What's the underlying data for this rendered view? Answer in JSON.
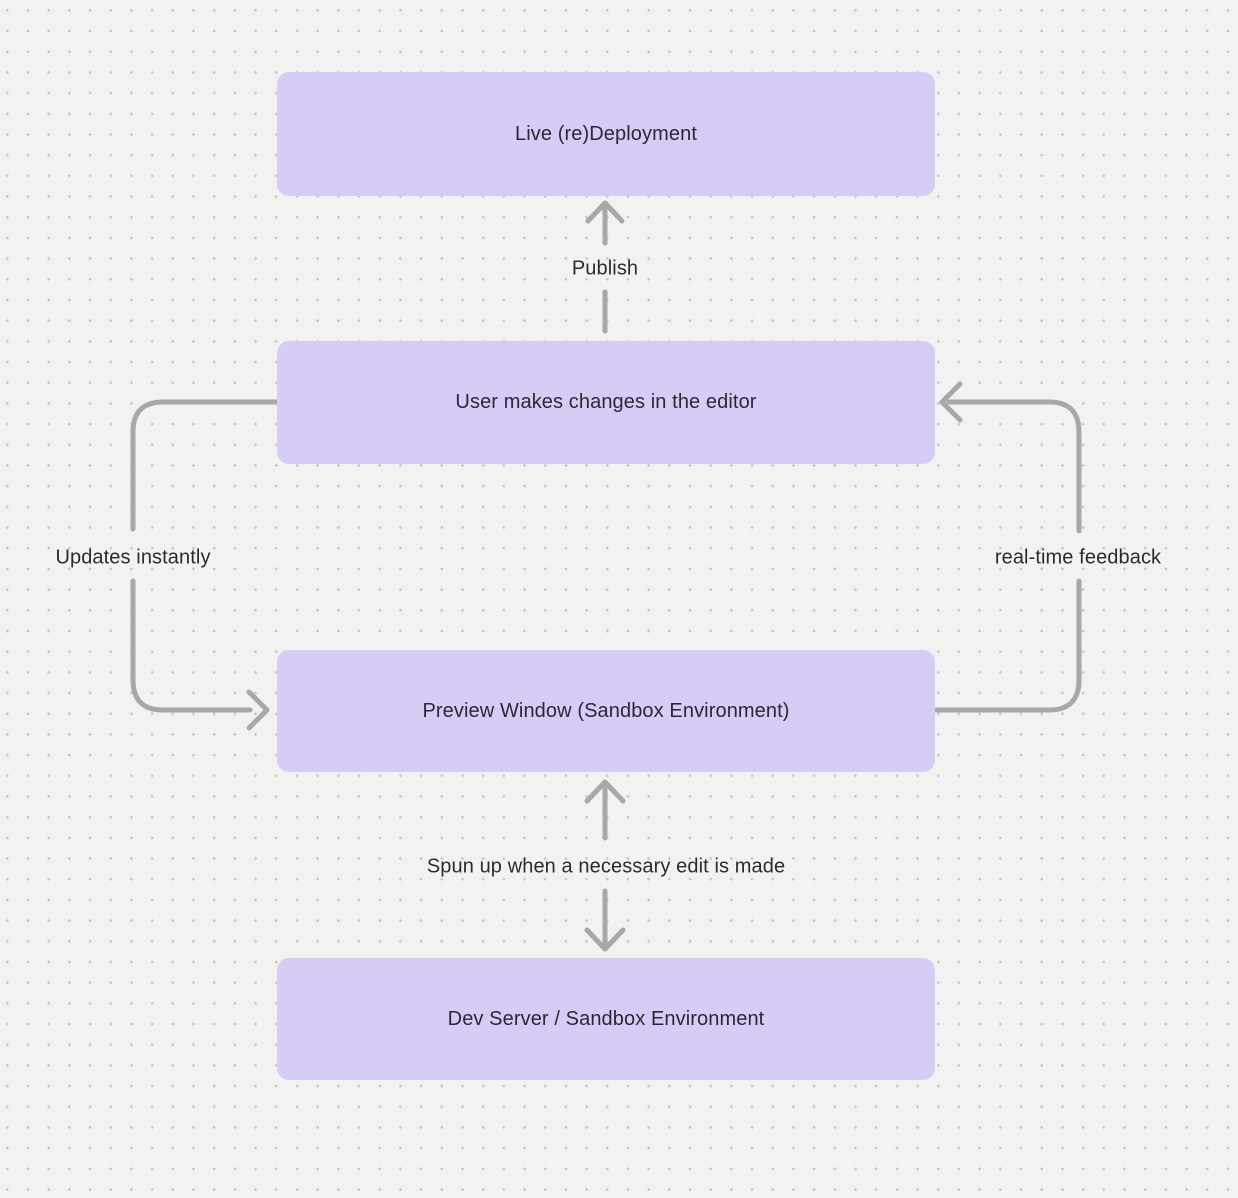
{
  "diagram": {
    "type": "flowchart",
    "colors": {
      "background": "#f2f2f0",
      "dot": "#c7c7c7",
      "node_fill": "#d7ccf6",
      "node_text": "#2c2733",
      "connector": "#a8a8a8",
      "edge_label_text": "#2b2b2b"
    },
    "nodes": [
      {
        "id": "live-redeployment",
        "label": "Live (re)Deployment"
      },
      {
        "id": "user-editor",
        "label": "User makes changes in the editor"
      },
      {
        "id": "preview-window",
        "label": "Preview Window (Sandbox Environment)"
      },
      {
        "id": "dev-server",
        "label": "Dev Server / Sandbox Environment"
      }
    ],
    "edges": [
      {
        "id": "publish",
        "label": "Publish",
        "from": "user-editor",
        "to": "live-redeployment",
        "direction": "up"
      },
      {
        "id": "updates-instantly",
        "label": "Updates instantly",
        "from": "user-editor",
        "to": "preview-window",
        "direction": "down-left-loop"
      },
      {
        "id": "real-time-feedback",
        "label": "real-time feedback",
        "from": "preview-window",
        "to": "user-editor",
        "direction": "up-right-loop"
      },
      {
        "id": "spun-up",
        "label": "Spun up when a necessary edit is made",
        "from": "preview-window",
        "to": "dev-server",
        "direction": "bidirectional"
      }
    ]
  }
}
